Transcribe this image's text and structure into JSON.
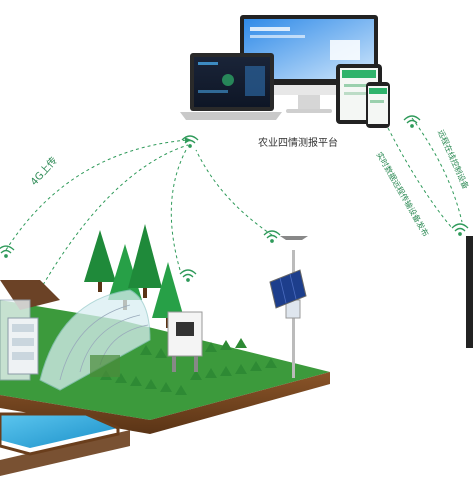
{
  "platform": {
    "label": "农业四情测报平台"
  },
  "links": {
    "upload_4g": "4G上传",
    "realtime_remote": "实时数据远程传输设备发布",
    "remote_control": "远程在线控制设备"
  },
  "icons": [
    "laptop-icon",
    "desktop-monitor-icon",
    "tablet-icon",
    "phone-icon",
    "wifi-signal-icon",
    "solar-panel-icon",
    "weather-station-icon",
    "greenhouse-icon",
    "pine-tree-icon",
    "fish-pond-icon"
  ],
  "colors": {
    "signal_green": "#2f9a5a",
    "grass": "#3c9a3c",
    "soil": "#7a4a24",
    "water": "#2fa6d8",
    "screen_blue": "#1e6fd9"
  }
}
